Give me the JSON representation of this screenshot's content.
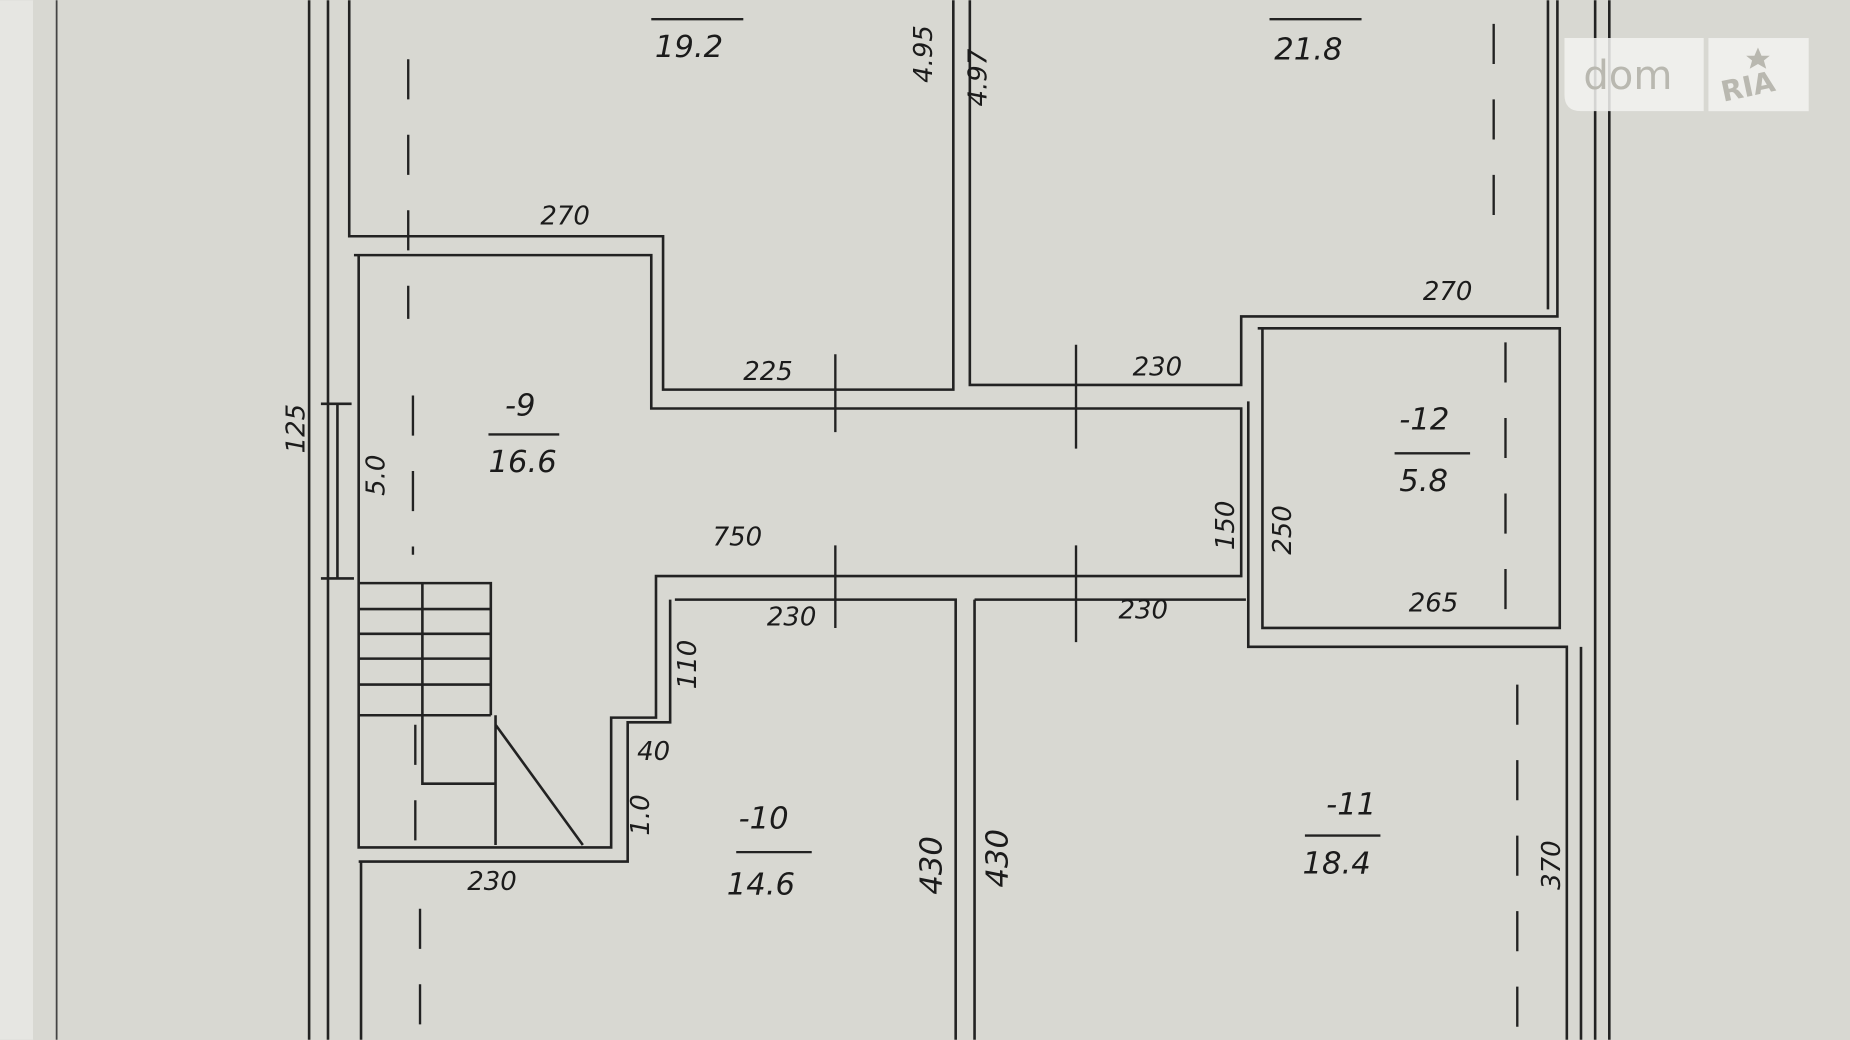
{
  "rooms": [
    {
      "number": "",
      "area": "19.2"
    },
    {
      "number": "",
      "area": "21.8"
    },
    {
      "number": "-9",
      "area": "16.6"
    },
    {
      "number": "-12",
      "area": "5.8"
    },
    {
      "number": "-10",
      "area": "14.6"
    },
    {
      "number": "-11",
      "area": "18.4"
    }
  ],
  "dimensions": [
    "4.95",
    "4.97",
    "270",
    "270",
    "225",
    "230",
    "125",
    "5.0",
    "750",
    "150",
    "250",
    "265",
    "230",
    "230",
    "110",
    "40",
    "1.0",
    "430",
    "430",
    "370",
    "230"
  ],
  "watermark": {
    "brand_left": "dom",
    "brand_right": "RIA"
  }
}
